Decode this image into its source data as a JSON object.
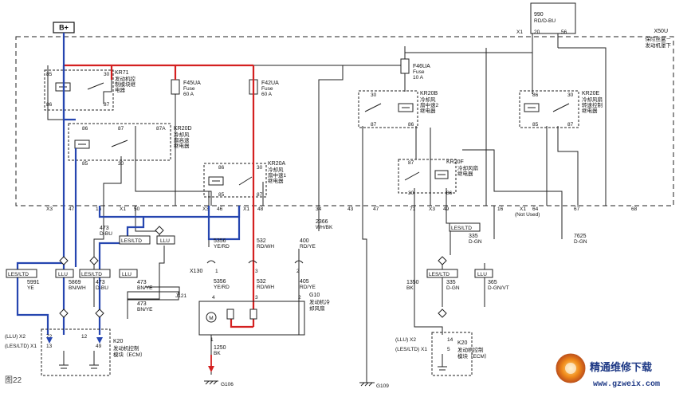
{
  "figure": "图22",
  "battery": "B+",
  "fuse_block": {
    "id": "X50U",
    "line1": "保险丝盒－",
    "line2": "发动机罩下"
  },
  "top_wire": {
    "number": "990",
    "color": "RD/D-BU",
    "connector": "X1",
    "pin_a": "20",
    "pin_b": "56"
  },
  "fuses": [
    {
      "id": "F45UA",
      "type": "Fuse",
      "rating": "60 A"
    },
    {
      "id": "F42UA",
      "type": "Fuse",
      "rating": "60 A"
    },
    {
      "id": "F46UA",
      "type": "Fuse",
      "rating": "10 A"
    }
  ],
  "relays": [
    {
      "id": "KR71",
      "line1": "发动机控",
      "line2": "制模块继",
      "line3": "电器",
      "pins": [
        "85",
        "30",
        "86",
        "87"
      ]
    },
    {
      "id": "KR20D",
      "line1": "冷却风",
      "line2": "扇高速",
      "line3": "继电器",
      "pins": [
        "86",
        "87",
        "87A",
        "85",
        "30"
      ]
    },
    {
      "id": "KR20A",
      "line1": "冷却风",
      "line2": "扇中速1",
      "line3": "继电器",
      "pins": [
        "86",
        "30",
        "85",
        "87"
      ]
    },
    {
      "id": "KR20B",
      "line1": "冷却风",
      "line2": "扇中速2",
      "line3": "继电器",
      "pins": [
        "30",
        "87",
        "86"
      ]
    },
    {
      "id": "KR20E",
      "line1": "冷却风扇",
      "line2": "转速控制",
      "line3": "继电器",
      "pins": [
        "86",
        "30",
        "85",
        "87"
      ]
    },
    {
      "id": "KR20F",
      "line1": "冷却风扇",
      "line2": "继电器",
      "line3": "",
      "pins": [
        "87",
        "30",
        "86"
      ]
    }
  ],
  "connector_row": [
    {
      "conn": "X3",
      "pin": "47"
    },
    {
      "conn": "",
      "pin": "16"
    },
    {
      "conn": "X1",
      "pin": "50"
    },
    {
      "conn": "X3",
      "pin": "46"
    },
    {
      "conn": "X1",
      "pin": "48"
    },
    {
      "conn": "",
      "pin": "34"
    },
    {
      "conn": "",
      "pin": "43"
    },
    {
      "conn": "",
      "pin": "47"
    },
    {
      "conn": "",
      "pin": "71"
    },
    {
      "conn": "X3",
      "pin": "49"
    },
    {
      "conn": "",
      "pin": "16"
    },
    {
      "conn": "X1",
      "pin": "64"
    },
    {
      "conn": "",
      "pin": "67"
    },
    {
      "conn": "",
      "pin": "68"
    }
  ],
  "not_used": "(Not Used)",
  "wires": {
    "w473_top": {
      "number": "473",
      "color": "D-BU"
    },
    "w2366": {
      "number": "2366",
      "color": "WH/BK"
    },
    "w335_top": {
      "number": "335",
      "color": "D-GN"
    },
    "w7625": {
      "number": "7625",
      "color": "D-GN"
    },
    "w5356_top": {
      "number": "5356",
      "color": "YE/RD"
    },
    "w532_top": {
      "number": "532",
      "color": "RD/WH"
    },
    "w400_top": {
      "number": "400",
      "color": "RD/YE"
    },
    "w5356_bot": {
      "number": "5356",
      "color": "YE/RD"
    },
    "w532_bot": {
      "number": "532",
      "color": "RD/WH"
    },
    "w405_bot": {
      "number": "405",
      "color": "RD/YE"
    },
    "w5991": {
      "number": "5991",
      "color": "YE"
    },
    "w5869": {
      "number": "5869",
      "color": "BN/WH"
    },
    "w473_mid": {
      "number": "473",
      "color": "D-BU"
    },
    "w473_ye": {
      "number": "473",
      "color": "BN/YE"
    },
    "w473_byn": {
      "number": "473",
      "color": "BN/YE"
    },
    "w1350": {
      "number": "1350",
      "color": "BK"
    },
    "w335_bot": {
      "number": "335",
      "color": "D-GN"
    },
    "w365": {
      "number": "365",
      "color": "D-GN/VT"
    },
    "w1250": {
      "number": "1250",
      "color": "BK"
    }
  },
  "options": {
    "les_ltd": "LES/LTD",
    "llu": "LLU"
  },
  "x130": {
    "id": "X130",
    "pins": [
      "1",
      "3",
      "2"
    ]
  },
  "j121": "J121",
  "motor": {
    "id": "G10",
    "line1": "发动机冷",
    "line2": "却风扇",
    "symbol": "M",
    "pins": [
      "4",
      "3",
      "2",
      "1"
    ]
  },
  "ecm_left": {
    "row1": "(LLU) X2",
    "row2": "(LES/LTD) X1",
    "pins_row1": [
      "72",
      "12"
    ],
    "pins_row2": [
      "13",
      "49"
    ],
    "id": "K20",
    "line1": "发动机控制",
    "line2": "模块（ECM）"
  },
  "ecm_right": {
    "row1": "(LLU) X2",
    "row2": "(LES/LTD) X1",
    "pins_row1": [
      "14"
    ],
    "pins_row2": [
      "5"
    ],
    "id": "K20",
    "line1": "发动机控制",
    "line2": "模块（ECM）"
  },
  "grounds": [
    "G106",
    "G109"
  ],
  "watermark": {
    "cn": "精通维修下载",
    "url": "www.gzweix.com"
  }
}
